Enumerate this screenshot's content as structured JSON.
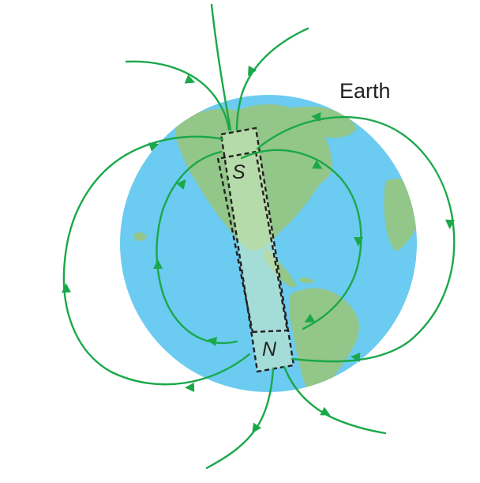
{
  "labels": {
    "earth": "Earth",
    "south_pole": "S",
    "north_pole": "N"
  },
  "colors": {
    "ocean": "#6ccbf0",
    "land": "#93c689",
    "field_line": "#1aa84a",
    "magnet_outline": "#231f20"
  },
  "icons": [
    "field-line-arrow-icon"
  ]
}
